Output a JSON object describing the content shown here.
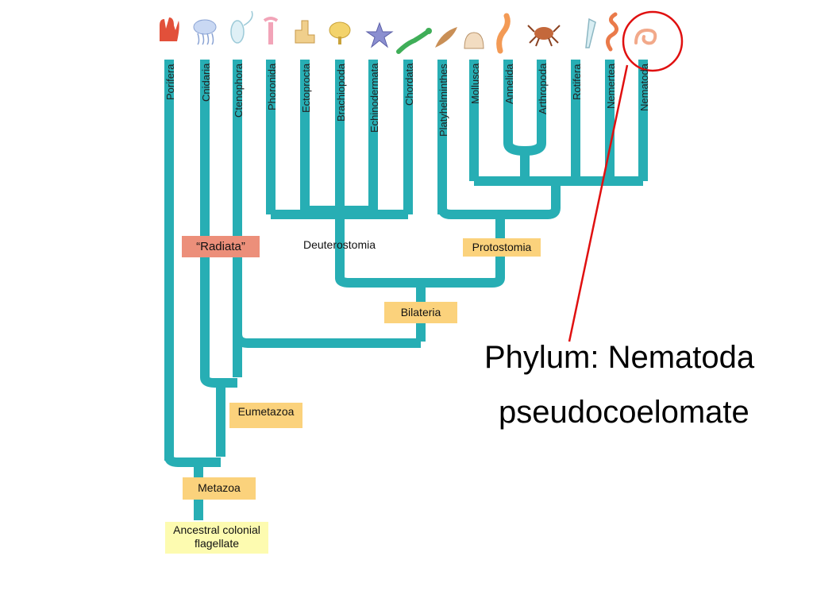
{
  "phyla": [
    "Porifera",
    "Cnidaria",
    "Ctenophora",
    "Phoronida",
    "Ectoprocta",
    "Brachiopoda",
    "Echinodermata",
    "Chordata",
    "Platyhelminthes",
    "Mollusca",
    "Annelida",
    "Arthropoda",
    "Rotifera",
    "Nemertea",
    "Nematoda"
  ],
  "clades": {
    "radiata": "“Radiata”",
    "deuterostomia": "Deuterostomia",
    "protostomia": "Protostomia",
    "bilateria": "Bilateria",
    "eumetazoa": "Eumetazoa",
    "metazoa": "Metazoa",
    "ancestor": "Ancestral colonial flagellate"
  },
  "annotation": {
    "title": "Phylum:  Nematoda",
    "subtitle": "pseudocoelomate"
  },
  "colors": {
    "branch": "#27aeb4",
    "highlight": "#e01010",
    "clade_label": "#fbd27c",
    "radiata_label": "#ec8f7a",
    "ancestor_label": "#fdfbb0"
  },
  "icons": [
    "sponge-icon",
    "jellyfish-icon",
    "comb-jelly-icon",
    "phoronid-icon",
    "bryozoan-icon",
    "brachiopod-icon",
    "starfish-icon",
    "lizard-icon",
    "flatworm-icon",
    "clam-icon",
    "earthworm-icon",
    "crab-icon",
    "rotifer-icon",
    "ribbon-worm-icon",
    "roundworm-icon"
  ]
}
